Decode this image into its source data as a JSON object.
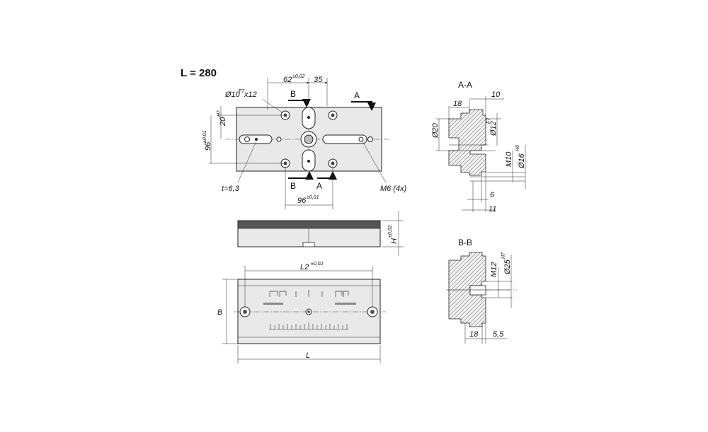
{
  "title": "L = 280",
  "top_view": {
    "dim_62": "62",
    "tol_62": "±0,02",
    "dim_35": "35",
    "dim_bore": "Ø10",
    "tol_bore": "F7",
    "dim_bore_depth": "x12",
    "dim_20": "20",
    "tol_20": "H7",
    "dim_96v": "96",
    "tol_96v": "±0,01",
    "dim_96h": "96",
    "tol_96h": "±0,01",
    "dim_t": "t=6,3",
    "dim_m6": "M6 (4x)",
    "section_b": "B",
    "section_a": "A"
  },
  "side_view": {
    "dim_h": "H",
    "tol_h": "±0,02"
  },
  "front_view": {
    "dim_l2": "L2",
    "tol_l2": "±0,02",
    "dim_b": "B",
    "dim_l": "L"
  },
  "section_aa": {
    "title": "A-A",
    "dim_10": "10",
    "dim_18": "18",
    "dim_20": "Ø20",
    "dim_12": "Ø12",
    "tol_12": "F7",
    "dim_m10": "M10",
    "dim_16": "Ø16",
    "tol_16": "H6",
    "dim_6": "6",
    "dim_11": "11"
  },
  "section_bb": {
    "title": "B-B",
    "dim_m12": "M12",
    "dim_25": "Ø25",
    "tol_25": "H7",
    "dim_18": "18",
    "dim_55": "5,5"
  }
}
